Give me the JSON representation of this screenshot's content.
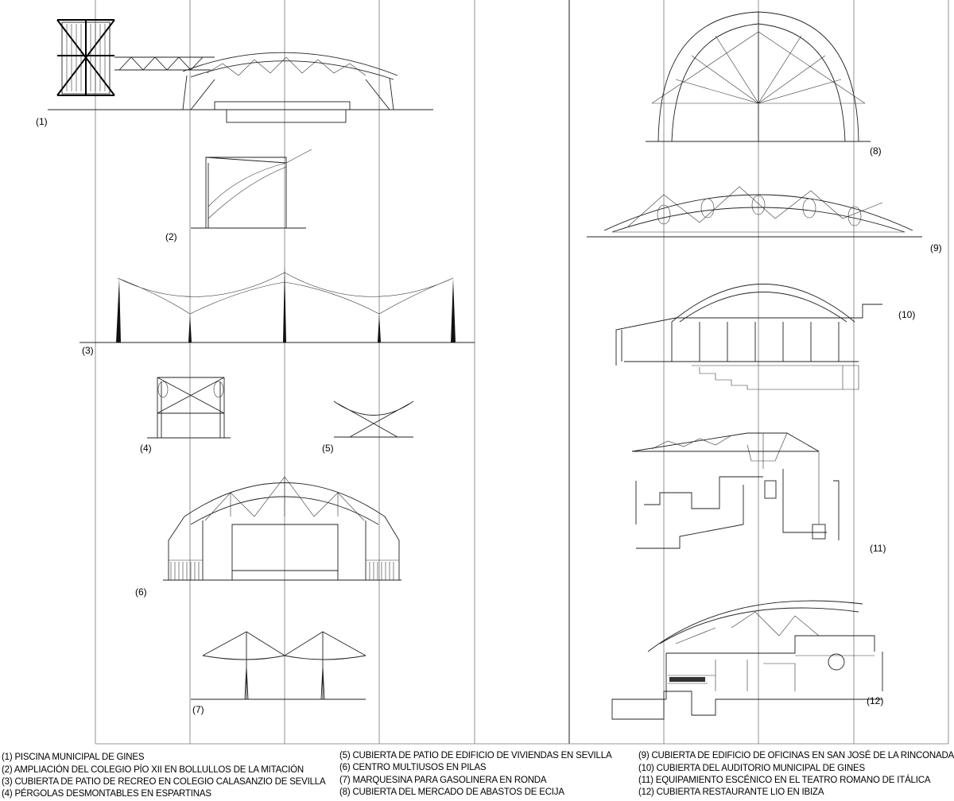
{
  "labels": [
    "(1)",
    "(2)",
    "(3)",
    "(4)",
    "(5)",
    "(6)",
    "(7)",
    "(8)",
    "(9)",
    "(10)",
    "(11)",
    "(12)"
  ],
  "captions": [
    "(1) PISCINA MUNICIPAL DE GINES",
    "(2) AMPLIACIÓN DEL COLEGIO PÍO XII EN BOLLULLOS DE LA MITACIÓN",
    "(3) CUBIERTA DE PATIO DE RECREO EN COLEGIO CALASANZIO DE SEVILLA",
    "(4) PÉRGOLAS DESMONTABLES EN ESPARTINAS",
    "(5) CUBIERTA DE PATIO DE EDIFICIO DE VIVIENDAS EN SEVILLA",
    "(6) CENTRO MULTIUSOS EN PILAS",
    "(7) MARQUESINA PARA GASOLINERA EN RONDA",
    "(8) CUBIERTA DEL MERCADO DE ABASTOS DE ECIJA",
    "(9) CUBIERTA DE EDIFICIO DE OFICINAS EN SAN JOSÉ DE LA RINCONADA",
    "(10) CUBIERTA DEL AUDITORIO MUNICIPAL DE GINES",
    "(11) EQUIPAMIENTO ESCÉNICO EN EL TEATRO ROMANO DE ITÁLICA",
    "(12) CUBIERTA RESTAURANTE LIO EN IBIZA"
  ]
}
